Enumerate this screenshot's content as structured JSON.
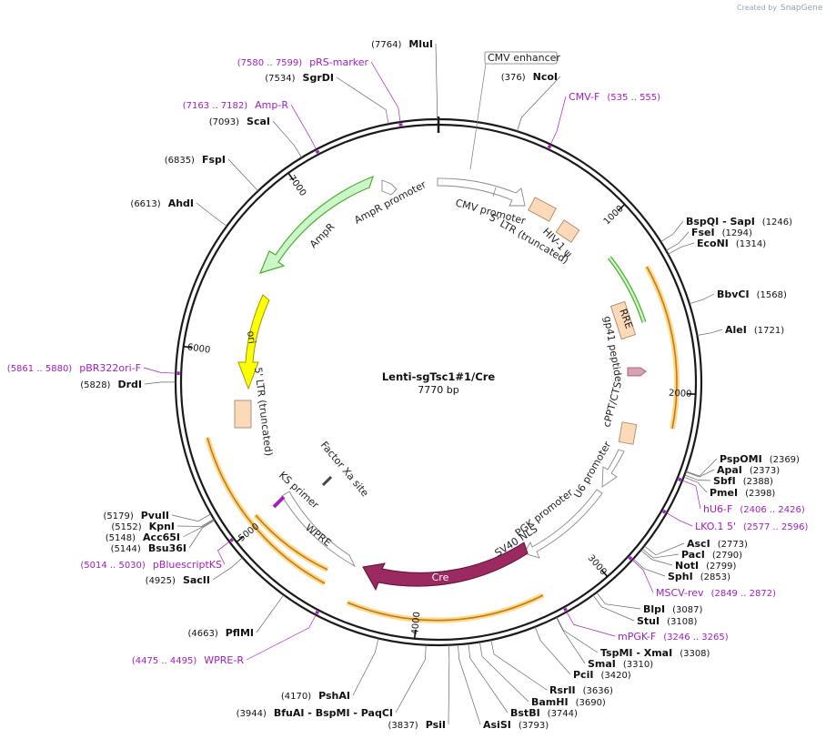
{
  "app": {
    "created_by": "Created by",
    "brand": "SnapGene"
  },
  "plasmid": {
    "name": "Lenti-sgTsc1#1/Cre",
    "length_text": "7770 bp",
    "length": 7770
  },
  "ticks": [
    1000,
    2000,
    3000,
    4000,
    5000,
    6000,
    7000
  ],
  "sites": [
    {
      "text": "MluI",
      "pos": "(7764)",
      "bp": 7764
    },
    {
      "text": "NcoI",
      "pos": "(376)",
      "bp": 376
    },
    {
      "text": "BspQI - SapI",
      "pos": "(1246)",
      "bp": 1246
    },
    {
      "text": "FseI",
      "pos": "(1294)",
      "bp": 1294
    },
    {
      "text": "EcoNI",
      "pos": "(1314)",
      "bp": 1314
    },
    {
      "text": "BbvCI",
      "pos": "(1568)",
      "bp": 1568
    },
    {
      "text": "AleI",
      "pos": "(1721)",
      "bp": 1721
    },
    {
      "text": "PspOMI",
      "pos": "(2369)",
      "bp": 2369
    },
    {
      "text": "ApaI",
      "pos": "(2373)",
      "bp": 2373
    },
    {
      "text": "SbfI",
      "pos": "(2388)",
      "bp": 2388
    },
    {
      "text": "PmeI",
      "pos": "(2398)",
      "bp": 2398
    },
    {
      "text": "AscI",
      "pos": "(2773)",
      "bp": 2773
    },
    {
      "text": "PacI",
      "pos": "(2790)",
      "bp": 2790
    },
    {
      "text": "NotI",
      "pos": "(2799)",
      "bp": 2799
    },
    {
      "text": "SphI",
      "pos": "(2853)",
      "bp": 2853
    },
    {
      "text": "BlpI",
      "pos": "(3087)",
      "bp": 3087
    },
    {
      "text": "StuI",
      "pos": "(3108)",
      "bp": 3108
    },
    {
      "text": "TspMI - XmaI",
      "pos": "(3308)",
      "bp": 3308
    },
    {
      "text": "SmaI",
      "pos": "(3310)",
      "bp": 3310
    },
    {
      "text": "PciI",
      "pos": "(3420)",
      "bp": 3420
    },
    {
      "text": "RsrII",
      "pos": "(3636)",
      "bp": 3636
    },
    {
      "text": "BamHI",
      "pos": "(3690)",
      "bp": 3690
    },
    {
      "text": "BstBI",
      "pos": "(3744)",
      "bp": 3744
    },
    {
      "text": "AsiSI",
      "pos": "(3793)",
      "bp": 3793
    },
    {
      "text": "PsiI",
      "pos": "(3837)",
      "bp": 3837
    },
    {
      "text": "BfuAI - BspMI - PaqCI",
      "pos": "(3944)",
      "bp": 3944
    },
    {
      "text": "PshAI",
      "pos": "(4170)",
      "bp": 4170
    },
    {
      "text": "PflMI",
      "pos": "(4663)",
      "bp": 4663
    },
    {
      "text": "SacII",
      "pos": "(4925)",
      "bp": 4925
    },
    {
      "text": "Bsu36I",
      "pos": "(5144)",
      "bp": 5144
    },
    {
      "text": "Acc65I",
      "pos": "(5148)",
      "bp": 5148
    },
    {
      "text": "KpnI",
      "pos": "(5152)",
      "bp": 5152
    },
    {
      "text": "PvuII",
      "pos": "(5179)",
      "bp": 5179
    },
    {
      "text": "DrdI",
      "pos": "(5828)",
      "bp": 5828
    },
    {
      "text": "AhdI",
      "pos": "(6613)",
      "bp": 6613
    },
    {
      "text": "FspI",
      "pos": "(6835)",
      "bp": 6835
    },
    {
      "text": "ScaI",
      "pos": "(7093)",
      "bp": 7093
    },
    {
      "text": "SgrDI",
      "pos": "(7534)",
      "bp": 7534
    }
  ],
  "primers": [
    {
      "text": "CMV-F",
      "pos": "(535 .. 555)",
      "bp": 545
    },
    {
      "text": "hU6-F",
      "pos": "(2406 .. 2426)",
      "bp": 2416
    },
    {
      "text": "LKO.1 5'",
      "pos": "(2577 .. 2596)",
      "bp": 2586
    },
    {
      "text": "MSCV-rev",
      "pos": "(2849 .. 2872)",
      "bp": 2860
    },
    {
      "text": "mPGK-F",
      "pos": "(3246 .. 3265)",
      "bp": 3255
    },
    {
      "text": "WPRE-R",
      "pos": "(4475 .. 4495)",
      "bp": 4485
    },
    {
      "text": "pBluescriptKS",
      "pos": "(5014 .. 5030)",
      "bp": 5022
    },
    {
      "text": "pBR322ori-F",
      "pos": "(5861 .. 5880)",
      "bp": 5870
    },
    {
      "text": "Amp-R",
      "pos": "(7163 .. 7182)",
      "bp": 7172
    },
    {
      "text": "pRS-marker",
      "pos": "(7580 .. 7599)",
      "bp": 7590
    }
  ],
  "features": [
    {
      "text": "CMV enhancer"
    },
    {
      "text": "CMV promoter"
    },
    {
      "text": "5' LTR (truncated)"
    },
    {
      "text": "HIV-1 ψ"
    },
    {
      "text": "RRE"
    },
    {
      "text": "gp41 peptide"
    },
    {
      "text": "cPPT/CTS"
    },
    {
      "text": "U6 promoter"
    },
    {
      "text": "PGK promoter"
    },
    {
      "text": "SV40 NLS"
    },
    {
      "text": "Cre"
    },
    {
      "text": "WPRE"
    },
    {
      "text": "KS primer"
    },
    {
      "text": "Factor Xa site"
    },
    {
      "text": "5' LTR (truncated)"
    },
    {
      "text": "ori"
    },
    {
      "text": "AmpR"
    },
    {
      "text": "AmpR promoter"
    }
  ],
  "colors": {
    "backbone": "#1a1a1a",
    "primer": "#a020c0",
    "promoter_fill": "#ffffff",
    "ltr_fill": "#fcd9b8",
    "cre_fill": "#9a2a60",
    "ori_fill": "#ffff00",
    "ampr_fill": "#ccf5cc",
    "ampr_edge": "#4caf2a",
    "orf_line": "#c07a1a",
    "orf_glow": "#ffd98a",
    "gp41_fill": "#d9a0b8"
  }
}
